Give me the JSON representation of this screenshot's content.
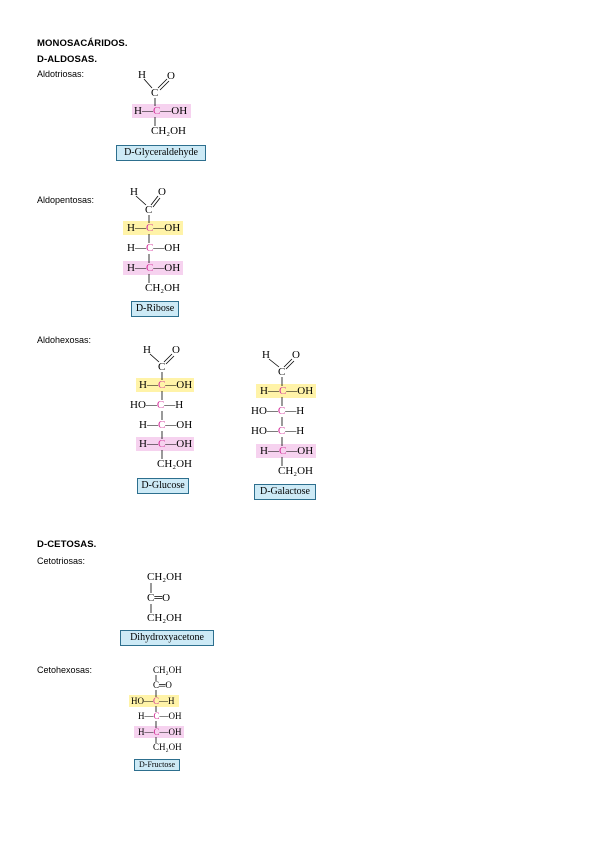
{
  "title": "MONOSACÁRIDOS.",
  "aldoses_title": "D-ALDOSAS.",
  "ketoses_title": "D-CETOSAS.",
  "labels": {
    "aldotriosas": "Aldotriosas:",
    "aldopentosas": "Aldopentosas:",
    "aldohexosas": "Aldohexosas:",
    "cetotriosas": "Cetotriosas:",
    "cetohexosas": "Cetohexosas:"
  },
  "glyceraldehyde": {
    "name": "D-Glyceraldehyde",
    "top_h": "H",
    "top_o": "O",
    "c1": "C",
    "rows": [
      [
        "H—",
        "C",
        "—OH"
      ]
    ],
    "bottom": "CH₂OH"
  },
  "ribose": {
    "name": "D-Ribose",
    "top_h": "H",
    "top_o": "O",
    "c1": "C",
    "rows": [
      [
        "H—",
        "C",
        "—OH"
      ],
      [
        "H—",
        "C",
        "—OH"
      ],
      [
        "H—",
        "C",
        "—OH"
      ]
    ],
    "bottom": "CH₂OH"
  },
  "glucose": {
    "name": "D-Glucose",
    "top_h": "H",
    "top_o": "O",
    "c1": "C",
    "rows": [
      [
        "H—",
        "C",
        "—OH"
      ],
      [
        "HO—",
        "C",
        "—H"
      ],
      [
        "H—",
        "C",
        "—OH"
      ],
      [
        "H—",
        "C",
        "—OH"
      ]
    ],
    "bottom": "CH₂OH"
  },
  "galactose": {
    "name": "D-Galactose",
    "top_h": "H",
    "top_o": "O",
    "c1": "C",
    "rows": [
      [
        "H—",
        "C",
        "—OH"
      ],
      [
        "HO—",
        "C",
        "—H"
      ],
      [
        "HO—",
        "C",
        "—H"
      ],
      [
        "H—",
        "C",
        "—OH"
      ]
    ],
    "bottom": "CH₂OH"
  },
  "dihydroxyacetone": {
    "name": "Dihydroxyacetone",
    "top": "CH₂OH",
    "mid": "C═O",
    "bottom": "CH₂OH"
  },
  "fructose": {
    "name": "D-Fructose",
    "top": "CH₂OH",
    "mid": "C═O",
    "rows": [
      [
        "HO—",
        "C",
        "—H"
      ],
      [
        "H—",
        "C",
        "—OH"
      ],
      [
        "H—",
        "C",
        "—OH"
      ]
    ],
    "bottom": "CH₂OH"
  }
}
